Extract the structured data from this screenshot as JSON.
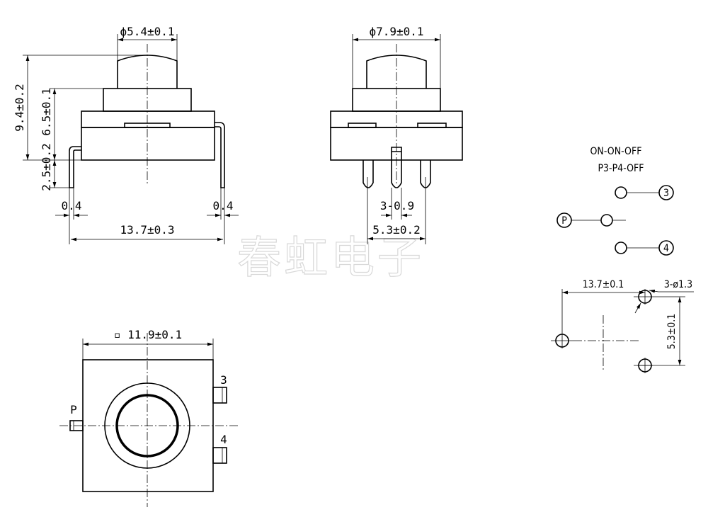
{
  "watermark": "春虹电子",
  "front_view": {
    "dims": {
      "cap_diameter": "ϕ5.4±0.1",
      "total_height": "9.4±0.2",
      "body_height": "6.5±0.1",
      "lead_length": "2.5±0.2",
      "lead_width_left": "0.4",
      "lead_width_right": "0.4",
      "lead_span": "13.7±0.3"
    }
  },
  "side_view": {
    "dims": {
      "step_diameter": "ϕ7.9±0.1",
      "pin_width": "3-0.9",
      "pin_span": "5.3±0.2"
    }
  },
  "bottom_view": {
    "dims": {
      "body_size": "▫ 11.9±0.1"
    },
    "terminals": {
      "p": "P",
      "t3": "3",
      "t4": "4"
    }
  },
  "schematic": {
    "mode": "ON-ON-OFF",
    "sequence": "P3-P4-OFF",
    "terminals": {
      "p": "P",
      "t3": "3",
      "t4": "4"
    }
  },
  "footprint": {
    "dims": {
      "hole_span": "13.7±0.1",
      "holes": "3-ø1.3",
      "pitch": "5.3±0.1"
    }
  }
}
